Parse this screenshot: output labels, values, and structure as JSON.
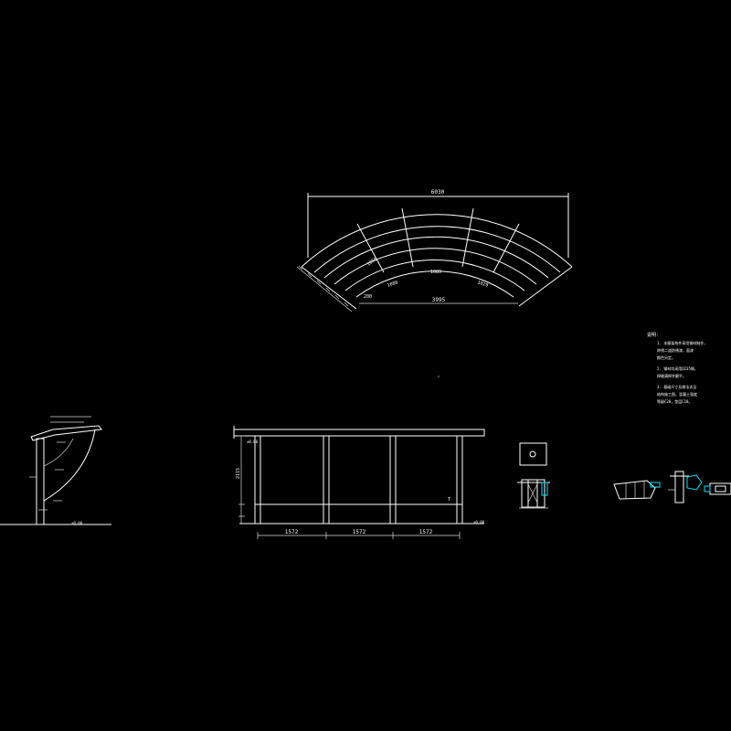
{
  "colors": {
    "background": "#000000",
    "line": "#ffffff",
    "accent": "#00e5ff"
  },
  "plan": {
    "overall_width": "6030",
    "outer_radius_dim": "1050",
    "mid_segment": "1089",
    "inner_segment": "1080",
    "right_segment": "1029",
    "chord_dim": "3995",
    "small_dim": "200"
  },
  "elevation": {
    "bay_dims": [
      "1572",
      "1572",
      "1572"
    ],
    "height_dim": "2115",
    "top_label": "±0.00",
    "ground_label": "±0.00"
  },
  "section": {
    "ground_label": "±0.00"
  },
  "notes": {
    "title": "说明：",
    "lines": [
      "1. 本廊架构件采用钢材制作，",
      "   除锈二道防锈漆，面漆",
      "   颜色另定。",
      "2. 钢材均采用Q235钢，",
      "   焊缝满焊并磨平。",
      "3. 基础尺寸及做法详见",
      "   结构施工图，混凝土强度",
      "   等级C20，垫层C10。"
    ]
  }
}
